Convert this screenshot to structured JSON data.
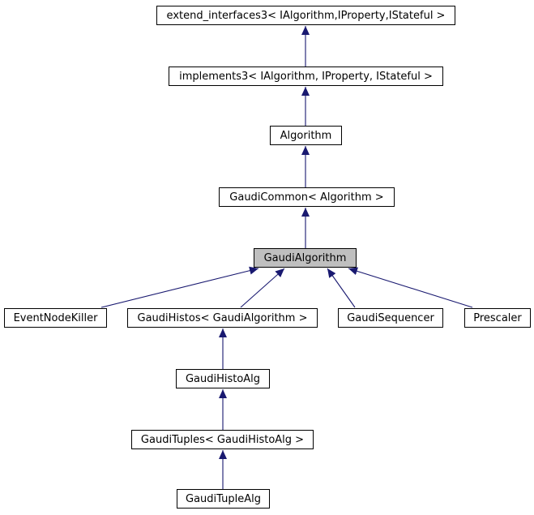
{
  "diagram": {
    "type": "class-inheritance-graph",
    "colors": {
      "edge": "#191970",
      "node_border": "#000000",
      "node_fill": "#ffffff",
      "current_node_fill": "#bfbfbf",
      "text": "#000000",
      "background": "#ffffff"
    },
    "nodes": [
      {
        "label": "extend_interfaces3< IAlgorithm,IProperty,IStateful >"
      },
      {
        "label": "implements3< IAlgorithm, IProperty, IStateful >"
      },
      {
        "label": "Algorithm"
      },
      {
        "label": "GaudiCommon< Algorithm >"
      },
      {
        "label": "GaudiAlgorithm",
        "current": true
      },
      {
        "label": "EventNodeKiller"
      },
      {
        "label": "GaudiHistos< GaudiAlgorithm >"
      },
      {
        "label": "GaudiSequencer"
      },
      {
        "label": "Prescaler"
      },
      {
        "label": "GaudiHistoAlg"
      },
      {
        "label": "GaudiTuples< GaudiHistoAlg >"
      },
      {
        "label": "GaudiTupleAlg"
      }
    ],
    "edges": [
      {
        "from": "implements3< IAlgorithm, IProperty, IStateful >",
        "to": "extend_interfaces3< IAlgorithm,IProperty,IStateful >"
      },
      {
        "from": "Algorithm",
        "to": "implements3< IAlgorithm, IProperty, IStateful >"
      },
      {
        "from": "GaudiCommon< Algorithm >",
        "to": "Algorithm"
      },
      {
        "from": "GaudiAlgorithm",
        "to": "GaudiCommon< Algorithm >"
      },
      {
        "from": "EventNodeKiller",
        "to": "GaudiAlgorithm"
      },
      {
        "from": "GaudiHistos< GaudiAlgorithm >",
        "to": "GaudiAlgorithm"
      },
      {
        "from": "GaudiSequencer",
        "to": "GaudiAlgorithm"
      },
      {
        "from": "Prescaler",
        "to": "GaudiAlgorithm"
      },
      {
        "from": "GaudiHistoAlg",
        "to": "GaudiHistos< GaudiAlgorithm >"
      },
      {
        "from": "GaudiTuples< GaudiHistoAlg >",
        "to": "GaudiHistoAlg"
      },
      {
        "from": "GaudiTupleAlg",
        "to": "GaudiTuples< GaudiHistoAlg >"
      }
    ]
  }
}
